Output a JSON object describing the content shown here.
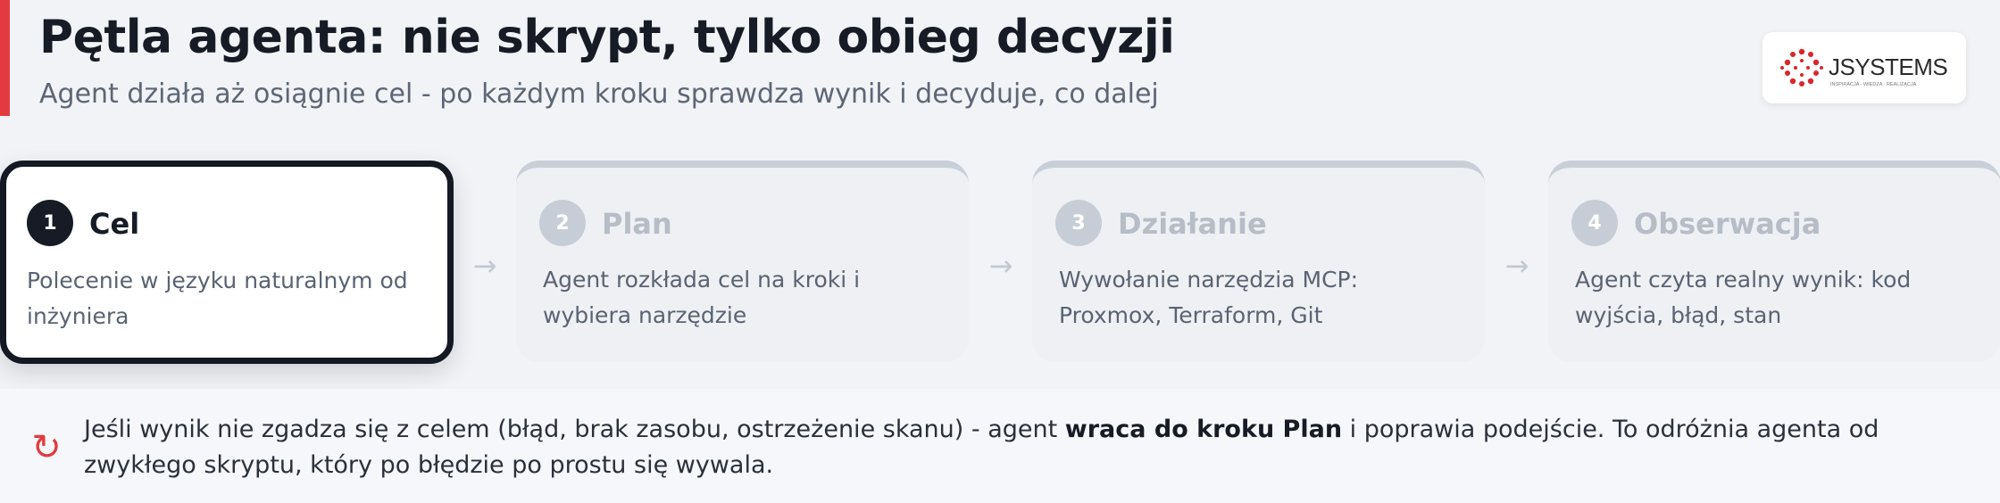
{
  "header": {
    "title": "Pętla agenta: nie skrypt, tylko obieg decyzji",
    "subtitle": "Agent działa aż osiągnie cel - po każdym kroku sprawdza wynik i decyduje, co dalej"
  },
  "logo": {
    "brand": "JSYSTEMS",
    "tagline": "INSPIRACJA · WIEDZA · REALIZACJA"
  },
  "steps": [
    {
      "number": "1",
      "title": "Cel",
      "description": "Polecenie w języku naturalnym od inżyniera",
      "active": true
    },
    {
      "number": "2",
      "title": "Plan",
      "description": "Agent rozkłada cel na kroki i wybiera narzędzie",
      "active": false
    },
    {
      "number": "3",
      "title": "Działanie",
      "description": "Wywołanie narzędzia MCP: Proxmox, Terraform, Git",
      "active": false
    },
    {
      "number": "4",
      "title": "Obserwacja",
      "description": "Agent czyta realny wynik: kod wyjścia, błąd, stan",
      "active": false
    }
  ],
  "arrow_glyph": "→",
  "note": {
    "icon": "loop-arrow-icon",
    "icon_glyph": "↻",
    "text_before": "Jeśli wynik nie zgadza się z celem (błąd, brak zasobu, ostrzeżenie skanu) - agent ",
    "text_bold": "wraca do kroku Plan",
    "text_after": " i poprawia podejście. To odróżnia agenta od zwykłego skryptu, który po błędzie po prostu się wywala."
  },
  "colors": {
    "accent": "#e23a3f",
    "active_border": "#141923",
    "inactive_border": "#c9cfd8"
  }
}
